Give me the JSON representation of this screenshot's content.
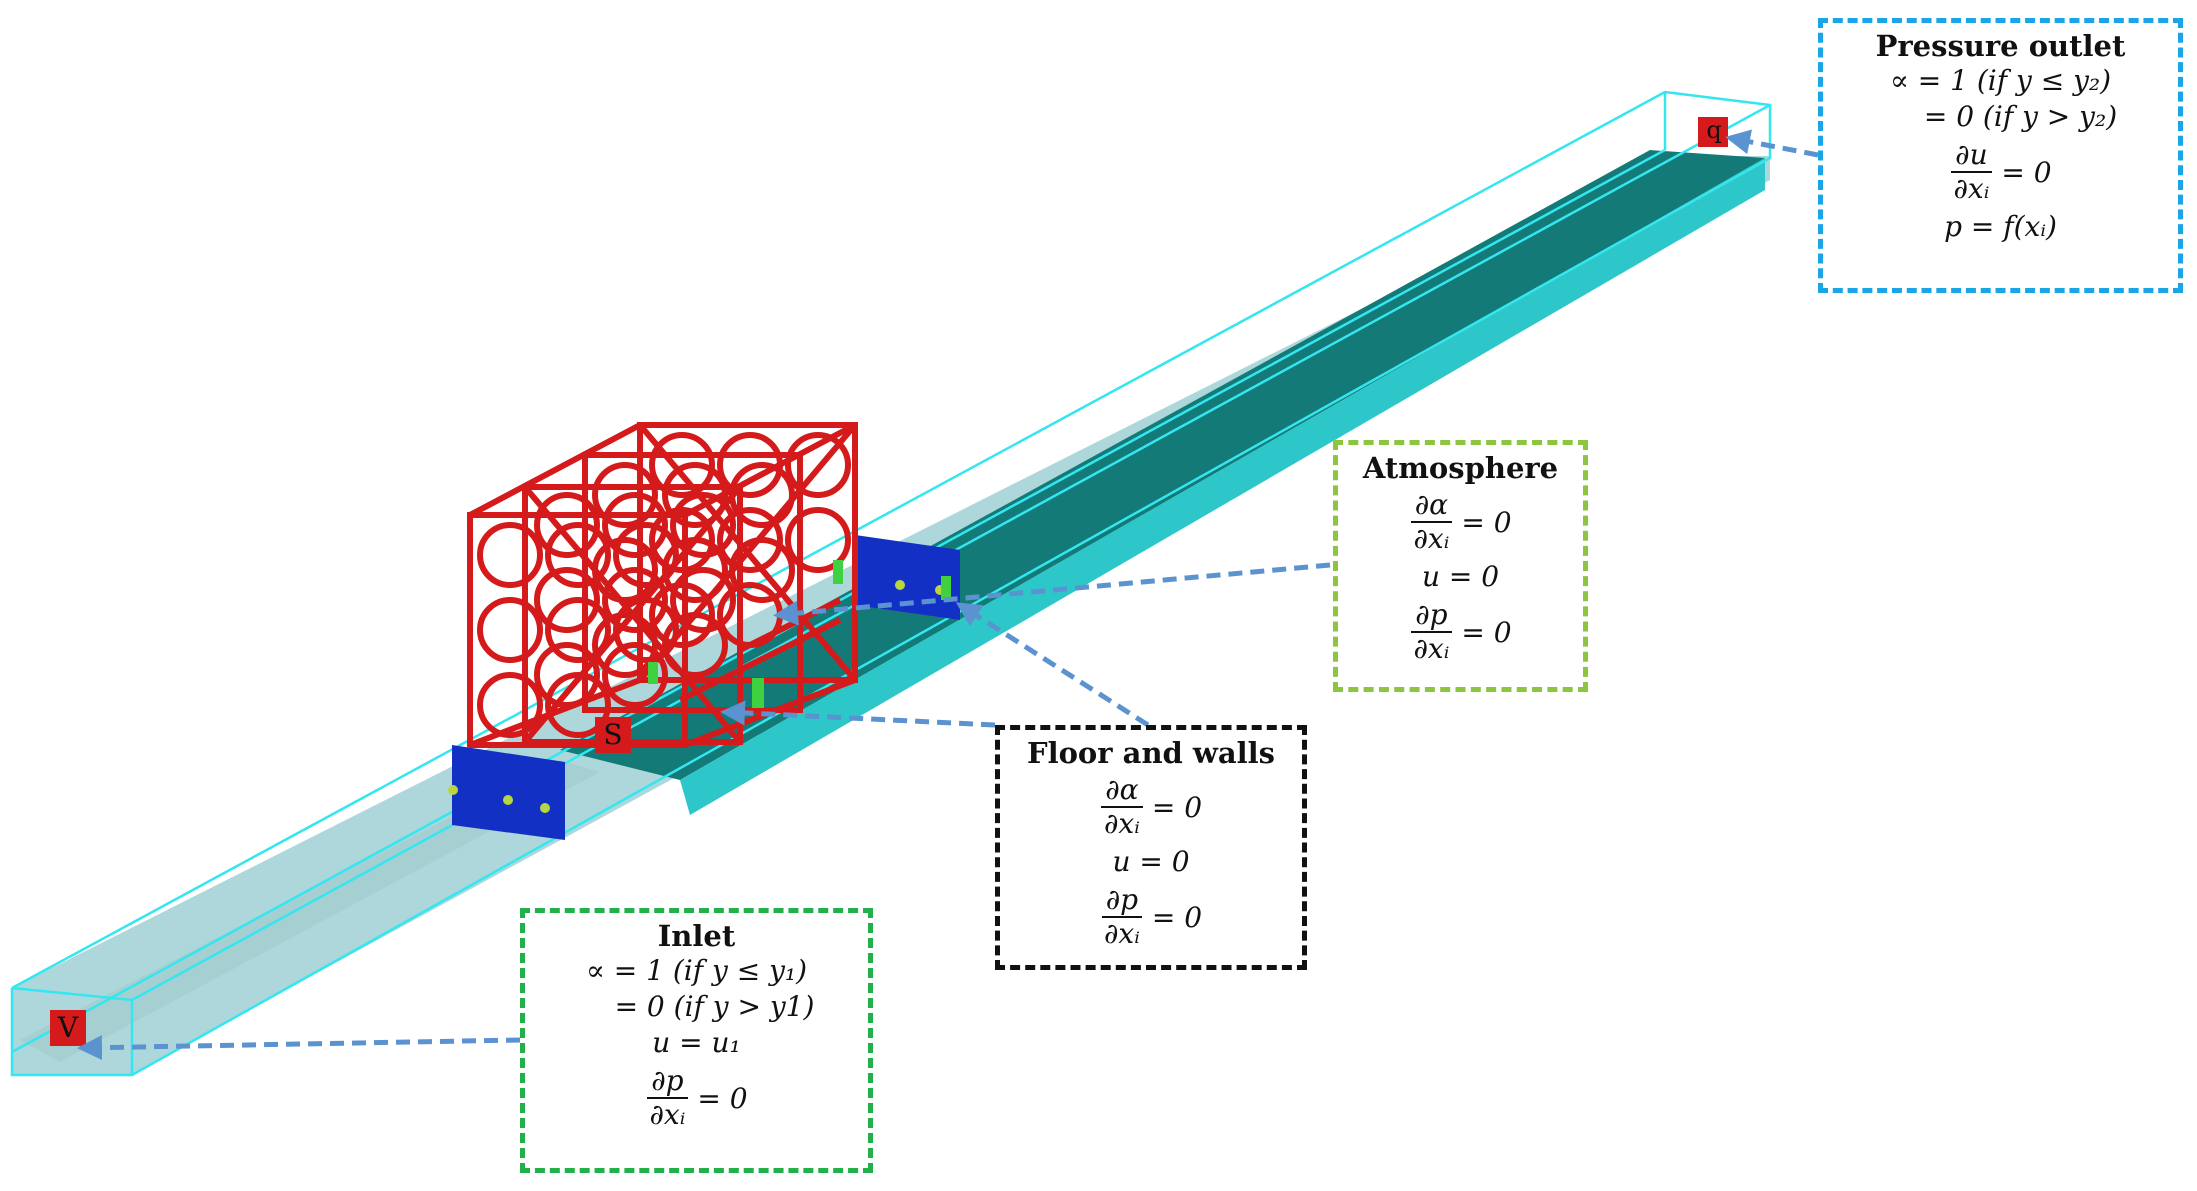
{
  "patch_labels": {
    "inlet": "V",
    "structure": "S",
    "outlet": "q"
  },
  "boxes": {
    "pressure_outlet": {
      "title": "Pressure outlet",
      "line1": "∝ = 1 (if y ≤ y₂)",
      "line2": "= 0 (if y > y₂)",
      "frac_num": "∂u",
      "frac_den": "∂xᵢ",
      "frac_rhs": "= 0",
      "line4": "p = f(xᵢ)"
    },
    "atmosphere": {
      "title": "Atmosphere",
      "frac1_num": "∂α",
      "frac1_den": "∂xᵢ",
      "frac1_rhs": "= 0",
      "line2": "u = 0",
      "frac2_num": "∂p",
      "frac2_den": "∂xᵢ",
      "frac2_rhs": "= 0"
    },
    "floor_walls": {
      "title": "Floor and walls",
      "frac1_num": "∂α",
      "frac1_den": "∂xᵢ",
      "frac1_rhs": "= 0",
      "line2": "u = 0",
      "frac2_num": "∂p",
      "frac2_den": "∂xᵢ",
      "frac2_rhs": "= 0"
    },
    "inlet": {
      "title": "Inlet",
      "line1": "∝ = 1 (if y ≤ y₁)",
      "line2": "= 0 (if y > y1)",
      "line3": "u = u₁",
      "frac_num": "∂p",
      "frac_den": "∂xᵢ",
      "frac_rhs": "= 0"
    }
  },
  "colors": {
    "domain_outline": "#33e6f0",
    "channel_floor": "#137a78",
    "channel_side": "#2ec7c9",
    "fluid_fill": "#9fd0d3",
    "structure_red": "#d41a1a",
    "support_blue": "#1330c4",
    "arrow_blue": "#5b93d1",
    "box_outlet": "#1aa6e6",
    "box_atmosphere": "#8cc63f",
    "box_floor": "#111111",
    "box_inlet": "#22b04b"
  }
}
